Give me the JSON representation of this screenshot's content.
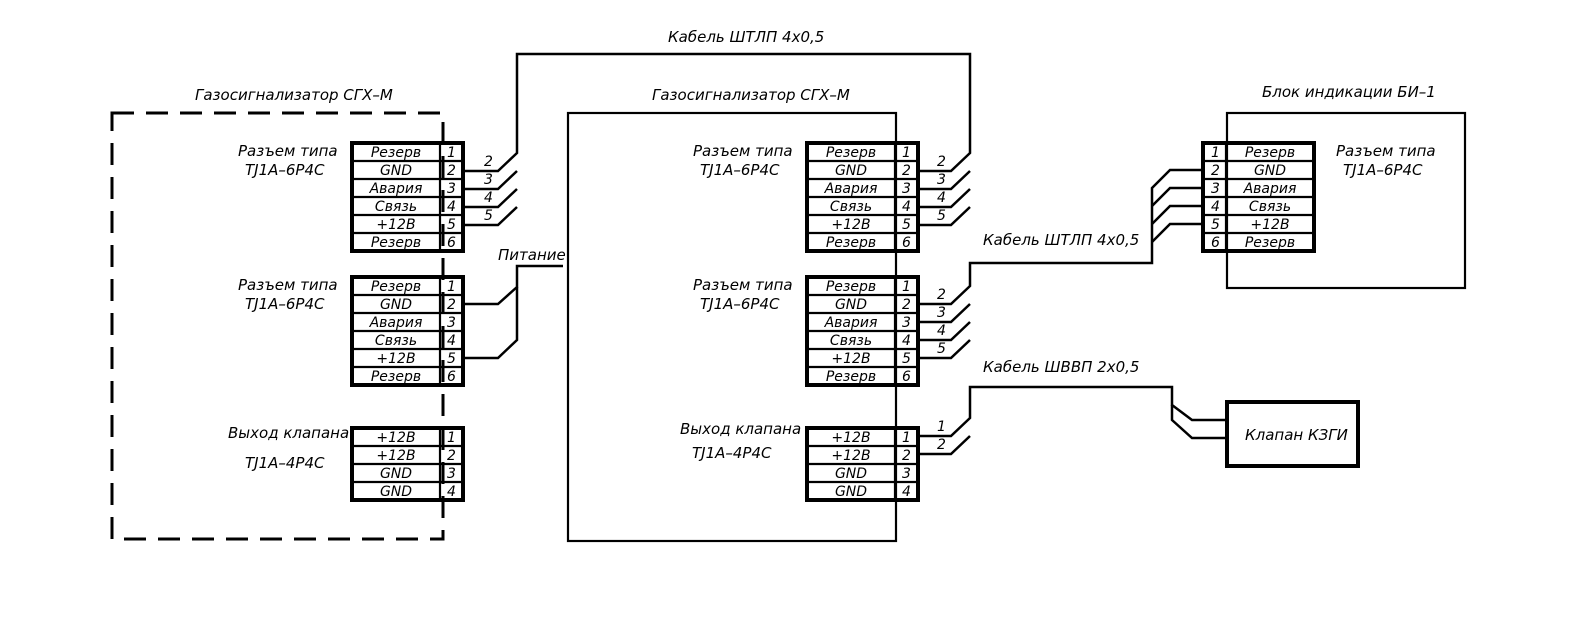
{
  "devices": {
    "left_title": "Газосигнализатор СГХ–М",
    "center_title": "Газосигнализатор СГХ–М",
    "indicator_title": "Блок индикации БИ–1",
    "valve_label": "Клапан КЗГИ"
  },
  "connector_labels": {
    "type_line1": "Разъем типа",
    "type_line2": "TJ1A–6P4C",
    "valve_line1": "Выход клапана",
    "valve_line2": "TJ1A–4P4C"
  },
  "six_pin_rows": [
    {
      "name": "Резерв",
      "pin": "1"
    },
    {
      "name": "GND",
      "pin": "2"
    },
    {
      "name": "Авария",
      "pin": "3"
    },
    {
      "name": "Связь",
      "pin": "4"
    },
    {
      "name": "+12В",
      "pin": "5"
    },
    {
      "name": "Резерв",
      "pin": "6"
    }
  ],
  "four_pin_rows": [
    {
      "name": "+12В",
      "pin": "1"
    },
    {
      "name": "+12В",
      "pin": "2"
    },
    {
      "name": "GND",
      "pin": "3"
    },
    {
      "name": "GND",
      "pin": "4"
    }
  ],
  "cables": {
    "top_cable": "Кабель ШТЛП 4х0,5",
    "mid_cable": "Кабель ШТЛП 4х0,5",
    "valve_cable": "Кабель ШВВП 2х0,5",
    "power_label": "Питание"
  },
  "wire_numbers": {
    "four": [
      "2",
      "3",
      "4",
      "5"
    ],
    "two": [
      "1",
      "2"
    ]
  }
}
